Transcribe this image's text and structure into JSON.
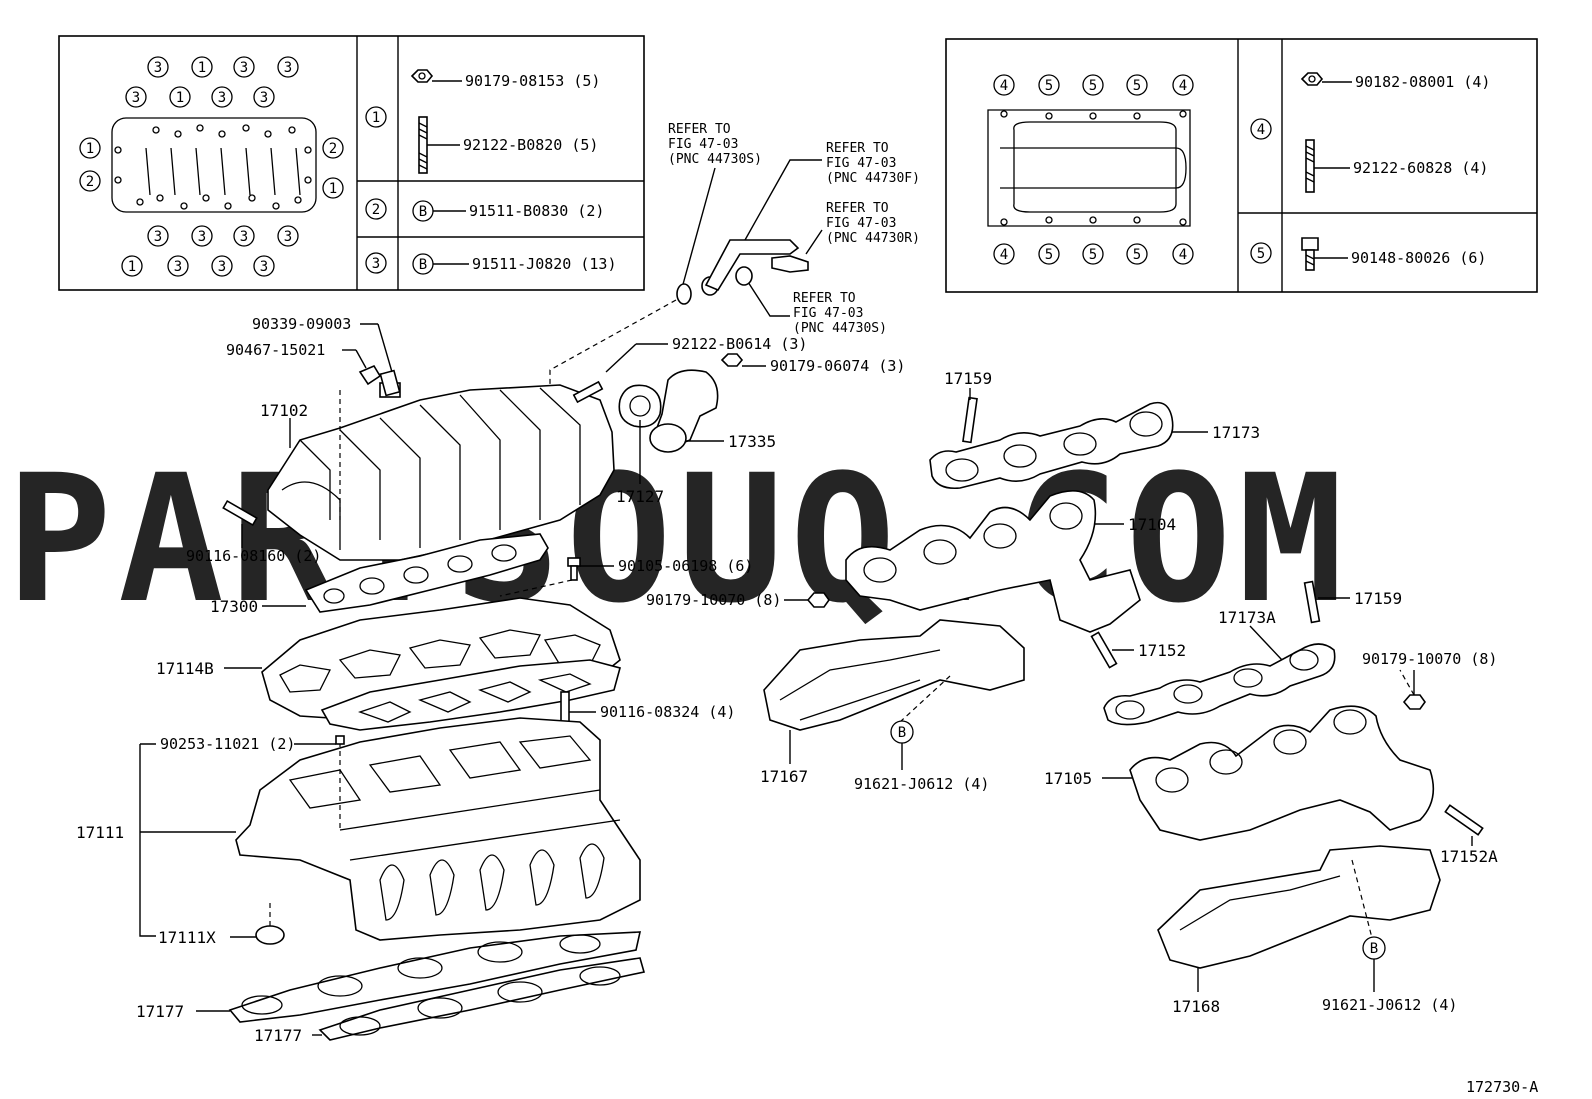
{
  "watermark": "PARTSOUQ.COM",
  "figure_code": "172730-A",
  "left_table": {
    "pattern_rows": {
      "top1": [
        "3",
        "1",
        "3",
        "3"
      ],
      "top2": [
        "3",
        "1",
        "3",
        "3"
      ],
      "left": [
        "1",
        "2"
      ],
      "right": [
        "2",
        "1"
      ],
      "bot1": [
        "3",
        "3",
        "3",
        "3"
      ],
      "bot2": [
        "1",
        "3",
        "3",
        "3"
      ]
    },
    "rows": [
      {
        "key": "1",
        "items": [
          {
            "icon": "nut-icon",
            "text": "90179-08153 (5)"
          },
          {
            "icon": "stud-icon",
            "text": "92122-B0820 (5)"
          }
        ]
      },
      {
        "key": "2",
        "items": [
          {
            "icon": "B",
            "text": "91511-B0830 (2)"
          }
        ]
      },
      {
        "key": "3",
        "items": [
          {
            "icon": "B",
            "text": "91511-J0820 (13)"
          }
        ]
      }
    ]
  },
  "right_table": {
    "pattern_rows": {
      "top": [
        "4",
        "5",
        "5",
        "5",
        "4"
      ],
      "bot": [
        "4",
        "5",
        "5",
        "5",
        "4"
      ]
    },
    "rows": [
      {
        "key": "4",
        "items": [
          {
            "icon": "nut-icon",
            "text": "90182-08001 (4)"
          },
          {
            "icon": "stud-icon",
            "text": "92122-60828 (4)"
          }
        ]
      },
      {
        "key": "5",
        "items": [
          {
            "icon": "bolt-icon",
            "text": "90148-80026 (6)"
          }
        ]
      }
    ]
  },
  "refer_notes": [
    {
      "line1": "REFER TO",
      "line2": "FIG 47-03",
      "line3": "(PNC 44730S)"
    },
    {
      "line1": "REFER TO",
      "line2": "FIG 47-03",
      "line3": "(PNC 44730F)"
    },
    {
      "line1": "REFER TO",
      "line2": "FIG 47-03",
      "line3": "(PNC 44730R)"
    },
    {
      "line1": "REFER TO",
      "line2": "FIG 47-03",
      "line3": "(PNC 44730S)"
    }
  ],
  "callouts": {
    "p90339": "90339-09003",
    "p90467": "90467-15021",
    "p17102": "17102",
    "p92122b0614": "92122-B0614 (3)",
    "p90179_06074": "90179-06074 (3)",
    "p17335": "17335",
    "p17127": "17127",
    "p90116_08160": "90116-08160 (2)",
    "p90105": "90105-06198 (6)",
    "p17300": "17300",
    "p17114b": "17114B",
    "p90116_08324": "90116-08324 (4)",
    "p90253": "90253-11021 (2)",
    "p17111": "17111",
    "p17111x": "17111X",
    "p17177a": "17177",
    "p17177b": "17177",
    "p17159a": "17159",
    "p17173": "17173",
    "p17104": "17104",
    "p90179_10070a": "90179-10070 (8)",
    "p17159b": "17159",
    "p17173a": "17173A",
    "p17152": "17152",
    "p90179_10070b": "90179-10070 (8)",
    "p17167": "17167",
    "p91621a": "91621-J0612 (4)",
    "p17105": "17105",
    "p17152a": "17152A",
    "p17168": "17168",
    "p91621b": "91621-J0612 (4)",
    "b_mark": "B"
  }
}
